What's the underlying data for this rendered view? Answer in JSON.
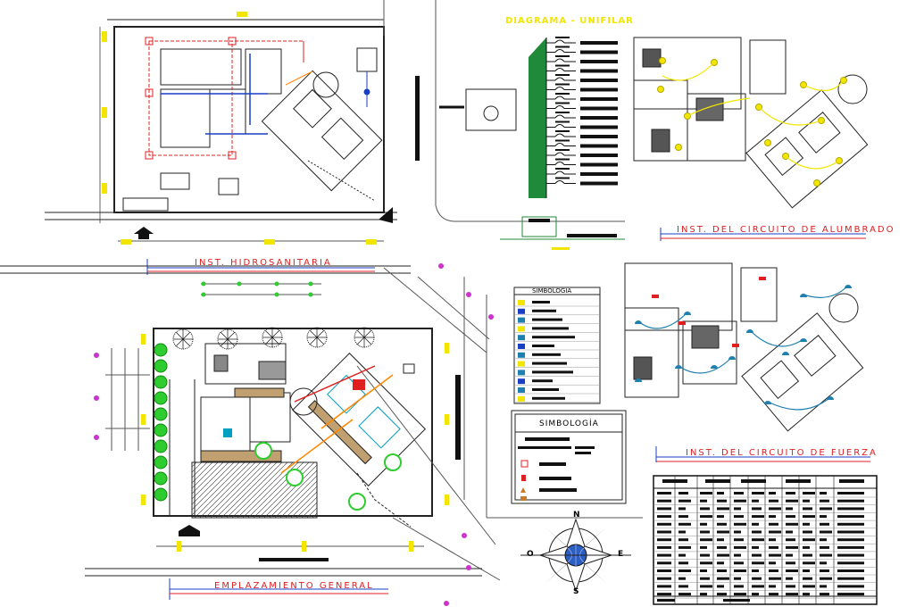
{
  "sheet_titles": {
    "hydro_sanitary": "INST. HIDROSANITARIA",
    "single_line_diagram": "DIAGRAMA - UNIFILAR",
    "lighting_circuit": "INST. DEL CIRCUITO DE ALUMBRADO",
    "power_circuit": "INST. DEL CIRCUITO DE FUERZA",
    "site_plan": "EMPLAZAMIENTO GENERAL"
  },
  "legend": {
    "small_title": "SIMBOLOGIA",
    "large_title": "SIMBOLOGÍA"
  },
  "compass": {
    "north": "N",
    "south": "S",
    "east": "E",
    "west": "O"
  },
  "colors": {
    "title_red": "#e02020",
    "title_blue": "#1a3fc4",
    "diagram_yellow": "#f2e600",
    "busbar_green": "#1f8a3a",
    "light_fixture": "#f2e600",
    "power_outlet": "#1f7fb0",
    "vegetation": "#2ecc2e"
  }
}
